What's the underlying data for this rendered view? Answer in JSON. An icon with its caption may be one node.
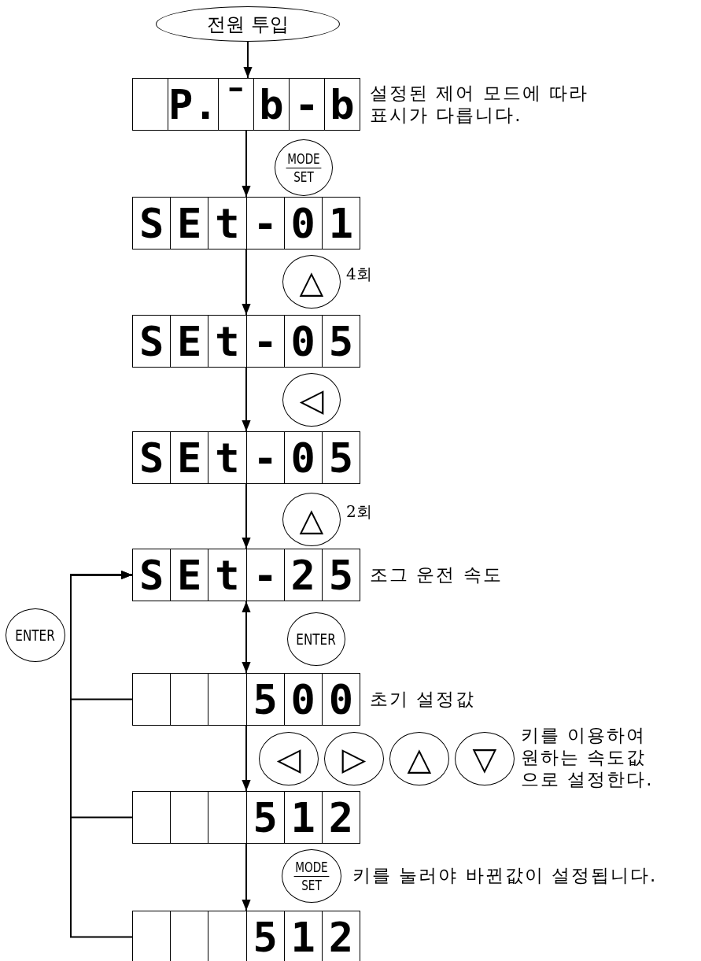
{
  "diagram": {
    "nodes": [
      {
        "text": [
          "전원 투입"
        ]
      },
      {
        "text": [
          "P.",
          "¯",
          "b",
          "-",
          "b"
        ],
        "beside": [
          "설정된 제어 모드에 따라 표시가 다릅니다."
        ]
      },
      {
        "text": [
          "MODE",
          "SET"
        ]
      },
      {
        "text": [
          "S",
          "E",
          "t",
          "-",
          "0",
          "1"
        ]
      },
      {
        "text": [
          "△"
        ],
        "beside": [
          "4회"
        ]
      },
      {
        "text": [
          "S",
          "E",
          "t",
          "-",
          "0",
          "5"
        ]
      },
      {
        "text": [
          "◁"
        ]
      },
      {
        "text": [
          "S",
          "E",
          "t",
          "-",
          "0",
          "5"
        ]
      },
      {
        "text": [
          "△"
        ],
        "beside": [
          "2회"
        ]
      },
      {
        "text": [
          "S",
          "E",
          "t",
          "-",
          "2",
          "5"
        ],
        "beside": [
          "조그 운전 속도"
        ]
      },
      {
        "text": [
          "ENTER"
        ]
      },
      {
        "text": [
          "5",
          "0",
          "0"
        ],
        "beside": [
          "초기 설정값"
        ]
      },
      {
        "text": [
          "◁"
        ]
      },
      {
        "text": [
          "▷"
        ]
      },
      {
        "text": [
          "△"
        ]
      },
      {
        "text": [
          "▽"
        ],
        "beside": [
          "키를 이용하여 원하는 속도값 으로 설정한다."
        ]
      },
      {
        "text": [
          "5",
          "1",
          "2"
        ]
      },
      {
        "text": [
          "MODE",
          "SET"
        ],
        "beside": [
          "키를 눌러야 바뀐값이 설정됩니다."
        ]
      },
      {
        "text": [
          "5",
          "1",
          "2"
        ]
      },
      {
        "text": [
          "ENTER"
        ]
      }
    ],
    "edges": [
      {
        "from": 0,
        "to": 1,
        "arrow": "to"
      },
      {
        "from": 1,
        "to": 3,
        "arrow": "to"
      },
      {
        "from": 3,
        "to": 5,
        "arrow": "to"
      },
      {
        "from": 5,
        "to": 7,
        "arrow": "to"
      },
      {
        "from": 7,
        "to": 9,
        "arrow": "to"
      },
      {
        "from": 9,
        "to": 11,
        "arrow": "both"
      },
      {
        "from": 11,
        "to": 16,
        "arrow": "to"
      },
      {
        "from": 16,
        "to": 18,
        "arrow": "to"
      },
      {
        "from": 11,
        "to": 9,
        "arrow": "to"
      },
      {
        "from": 16,
        "to": 9,
        "arrow": "to"
      },
      {
        "from": 18,
        "to": 9,
        "arrow": "to"
      }
    ]
  }
}
